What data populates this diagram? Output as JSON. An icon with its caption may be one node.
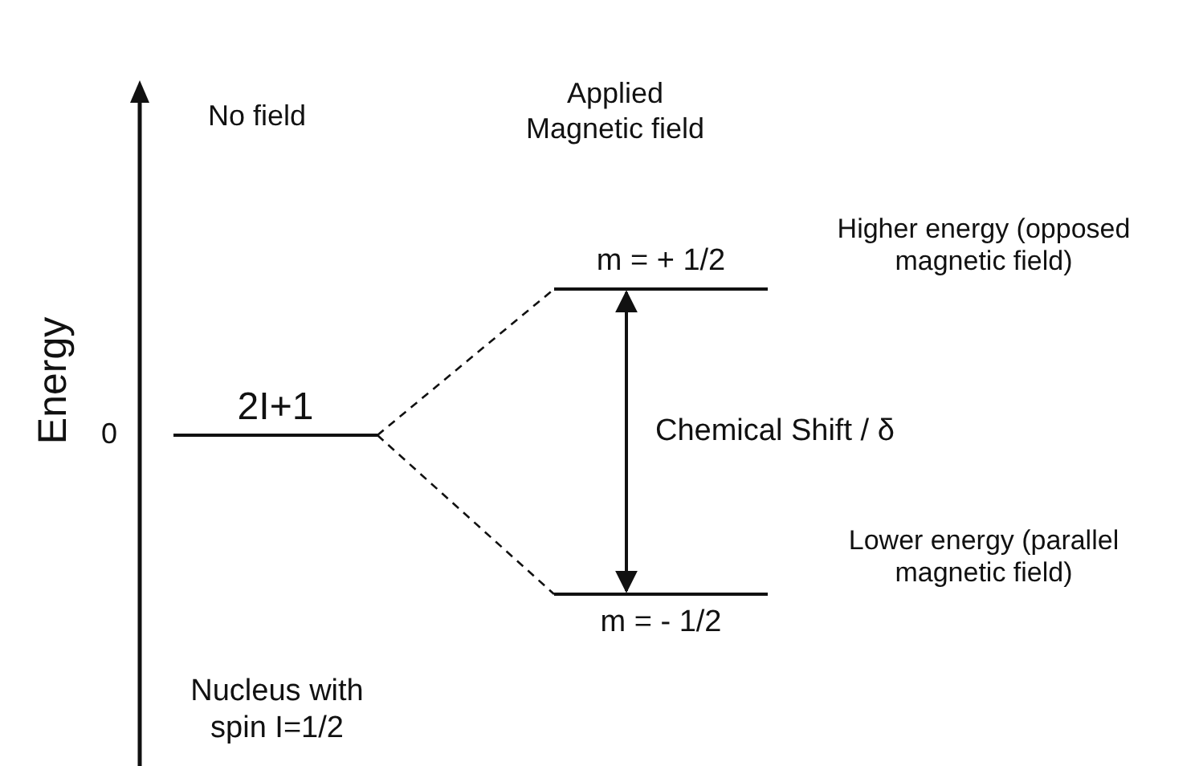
{
  "diagram": {
    "nodes": [
      {
        "text": [
          "2I+1"
        ]
      },
      {
        "text": [
          "m = + 1/2"
        ],
        "beside": [
          "Higher energy (opposed magnetic field)"
        ]
      },
      {
        "text": [
          "m = - 1/2"
        ],
        "beside": [
          "Lower energy (parallel magnetic field)"
        ]
      }
    ],
    "edges": [
      {
        "from": 0,
        "to": 1,
        "arrow": "none",
        "style": "dashed"
      },
      {
        "from": 0,
        "to": 2,
        "arrow": "none",
        "style": "dashed"
      },
      {
        "from": 1,
        "to": 2,
        "arrow": "both",
        "label": "Chemical Shift / δ"
      }
    ],
    "labels": [
      "No field",
      "Applied Magnetic field",
      "Energy",
      "0",
      "Nucleus with spin I=1/2"
    ]
  }
}
